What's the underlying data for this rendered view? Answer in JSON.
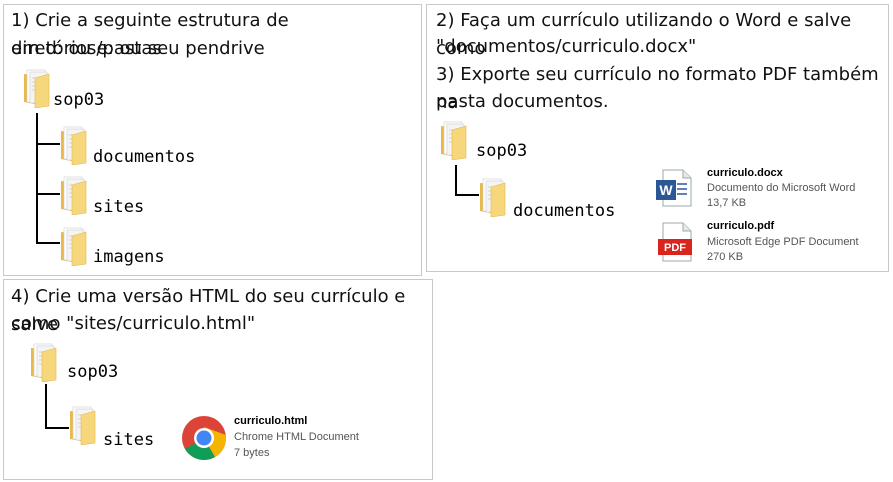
{
  "panel1": {
    "text": [
      "1) Crie a seguinte estrutura de diretórios/pastas",
      "em d: ou e: ou seu pendrive"
    ],
    "root": "sop03",
    "children": [
      "documentos",
      "sites",
      "imagens"
    ]
  },
  "panel2": {
    "text": [
      "2) Faça um currículo utilizando o Word e salve como",
      "\"documentos/curriculo.docx\"",
      "3) Exporte seu currículo no formato PDF também na",
      "pasta documentos."
    ],
    "root": "sop03",
    "child": "documentos",
    "files": [
      {
        "name": "curriculo.docx",
        "type": "Documento do Microsoft Word",
        "size": "13,7 KB",
        "icon": "word-icon",
        "badge": "W"
      },
      {
        "name": "curriculo.pdf",
        "type": "Microsoft Edge PDF Document",
        "size": "270 KB",
        "icon": "pdf-icon",
        "badge": "PDF"
      }
    ]
  },
  "panel3": {
    "text": [
      "4) Crie uma versão HTML do seu currículo e salve",
      "como \"sites/curriculo.html\""
    ],
    "root": "sop03",
    "child": "sites",
    "file": {
      "name": "curriculo.html",
      "type": "Chrome HTML Document",
      "size": "7 bytes",
      "icon": "chrome-icon"
    }
  },
  "colors": {
    "folder": "#f4d57a",
    "word": "#2b5797",
    "pdf": "#d9251d",
    "border": "#c8c8c8"
  }
}
